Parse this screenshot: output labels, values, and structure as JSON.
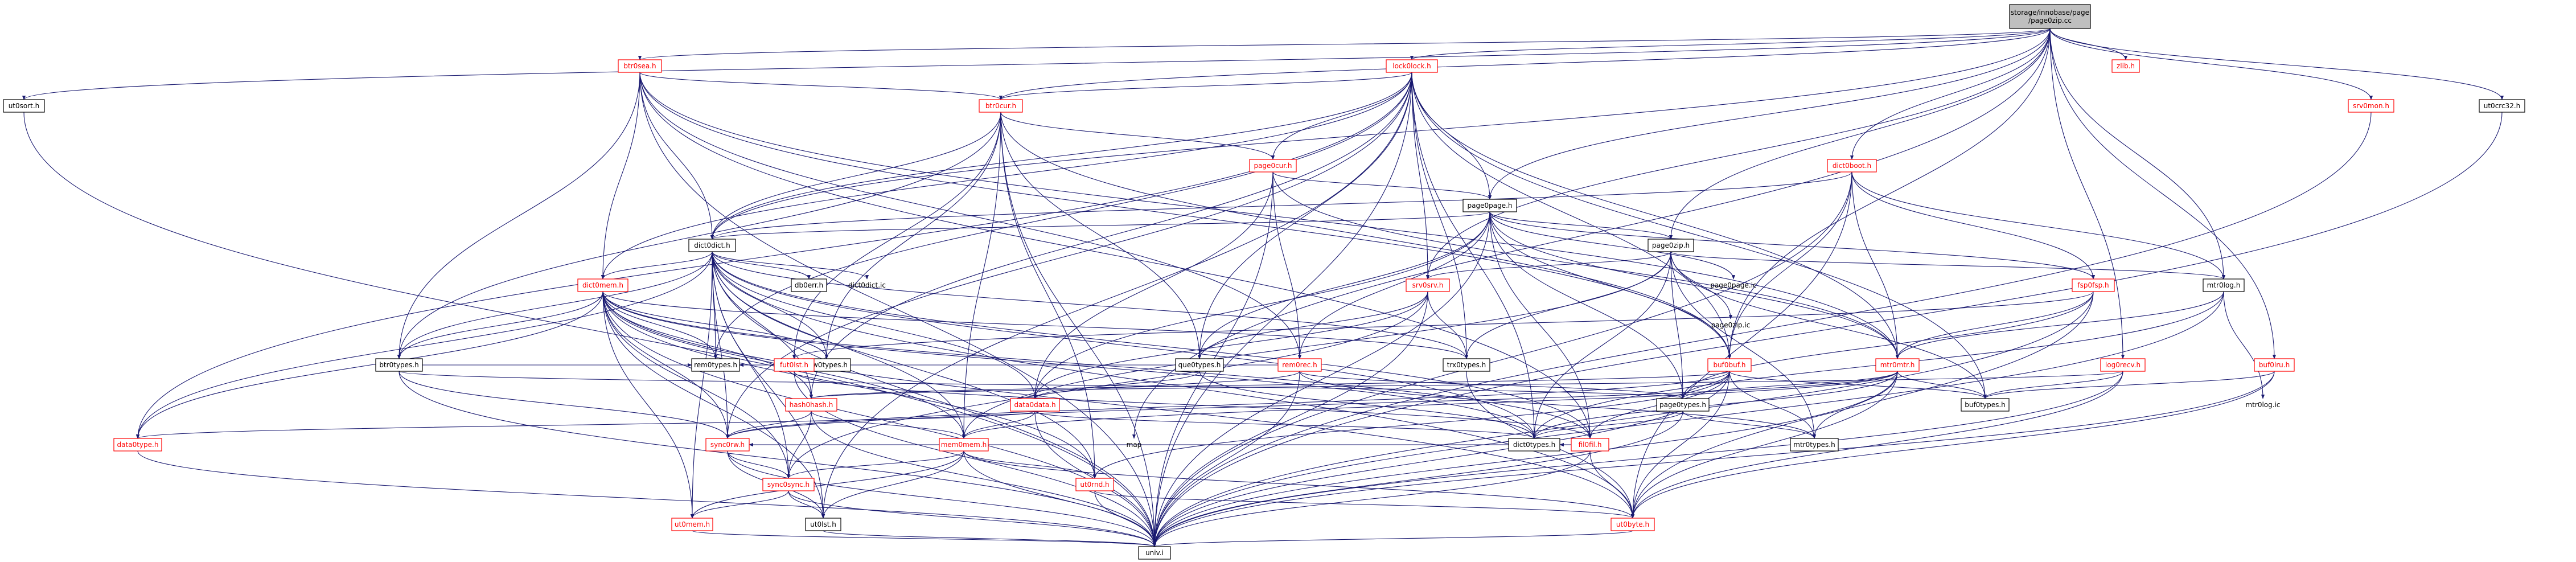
{
  "colors": {
    "root_fill": "#bfbfbf",
    "incomplete": "#ff0000",
    "complete": "#000000",
    "edge": "#191970",
    "text_red": "#ff0000",
    "text_black": "#000000"
  },
  "nodes": [
    {
      "id": "root",
      "label": [
        "storage/innobase/page",
        "/page0zip.cc"
      ],
      "type": "root"
    },
    {
      "id": "ut0sort",
      "label": [
        "ut0sort.h"
      ],
      "type": "complete"
    },
    {
      "id": "btr0sea",
      "label": [
        "btr0sea.h"
      ],
      "type": "incomplete"
    },
    {
      "id": "lock0lock",
      "label": [
        "lock0lock.h"
      ],
      "type": "incomplete"
    },
    {
      "id": "zlib",
      "label": [
        "zlib.h"
      ],
      "type": "incomplete"
    },
    {
      "id": "ut0crc32",
      "label": [
        "ut0crc32.h"
      ],
      "type": "complete"
    },
    {
      "id": "btr0cur",
      "label": [
        "btr0cur.h"
      ],
      "type": "incomplete"
    },
    {
      "id": "page0cur",
      "label": [
        "page0cur.h"
      ],
      "type": "incomplete"
    },
    {
      "id": "dict0boot",
      "label": [
        "dict0boot.h"
      ],
      "type": "incomplete"
    },
    {
      "id": "srv0mon",
      "label": [
        "srv0mon.h"
      ],
      "type": "incomplete"
    },
    {
      "id": "page0page",
      "label": [
        "page0page.h"
      ],
      "type": "complete"
    },
    {
      "id": "dict0dict",
      "label": [
        "dict0dict.h"
      ],
      "type": "complete"
    },
    {
      "id": "page0zip",
      "label": [
        "page0zip.h"
      ],
      "type": "complete"
    },
    {
      "id": "dict0mem",
      "label": [
        "dict0mem.h"
      ],
      "type": "incomplete"
    },
    {
      "id": "db0err",
      "label": [
        "db0err.h"
      ],
      "type": "complete"
    },
    {
      "id": "dict0dictic",
      "label": [
        "dict0dict.ic"
      ],
      "type": "plain"
    },
    {
      "id": "page0pageic",
      "label": [
        "page0page.ic"
      ],
      "type": "plain"
    },
    {
      "id": "srv0srv",
      "label": [
        "srv0srv.h"
      ],
      "type": "incomplete"
    },
    {
      "id": "fsp0fsp",
      "label": [
        "fsp0fsp.h"
      ],
      "type": "incomplete"
    },
    {
      "id": "mtr0log",
      "label": [
        "mtr0log.h"
      ],
      "type": "complete"
    },
    {
      "id": "buf0lru",
      "label": [
        "buf0lru.h"
      ],
      "type": "incomplete"
    },
    {
      "id": "log0recv",
      "label": [
        "log0recv.h"
      ],
      "type": "incomplete"
    },
    {
      "id": "page0zipic",
      "label": [
        "page0zip.ic"
      ],
      "type": "plain"
    },
    {
      "id": "buf0buf",
      "label": [
        "buf0buf.h"
      ],
      "type": "incomplete"
    },
    {
      "id": "mtr0mtr",
      "label": [
        "mtr0mtr.h"
      ],
      "type": "incomplete"
    },
    {
      "id": "mtr0logic",
      "label": [
        "mtr0log.ic"
      ],
      "type": "plain"
    },
    {
      "id": "btr0types",
      "label": [
        "btr0types.h"
      ],
      "type": "complete"
    },
    {
      "id": "rem0types",
      "label": [
        "rem0types.h"
      ],
      "type": "complete"
    },
    {
      "id": "row0types",
      "label": [
        "row0types.h"
      ],
      "type": "complete"
    },
    {
      "id": "fut0lst",
      "label": [
        "fut0lst.h"
      ],
      "type": "incomplete"
    },
    {
      "id": "que0types",
      "label": [
        "que0types.h"
      ],
      "type": "complete"
    },
    {
      "id": "rem0rec",
      "label": [
        "rem0rec.h"
      ],
      "type": "incomplete"
    },
    {
      "id": "trx0types",
      "label": [
        "trx0types.h"
      ],
      "type": "complete"
    },
    {
      "id": "data0data",
      "label": [
        "data0data.h"
      ],
      "type": "incomplete"
    },
    {
      "id": "hash0hash",
      "label": [
        "hash0hash.h"
      ],
      "type": "incomplete"
    },
    {
      "id": "page0types",
      "label": [
        "page0types.h"
      ],
      "type": "complete"
    },
    {
      "id": "fil0fil",
      "label": [
        "fil0fil.h"
      ],
      "type": "incomplete"
    },
    {
      "id": "buf0types",
      "label": [
        "buf0types.h"
      ],
      "type": "complete"
    },
    {
      "id": "data0type",
      "label": [
        "data0type.h"
      ],
      "type": "incomplete"
    },
    {
      "id": "sync0rw",
      "label": [
        "sync0rw.h"
      ],
      "type": "incomplete"
    },
    {
      "id": "mem0mem",
      "label": [
        "mem0mem.h"
      ],
      "type": "incomplete"
    },
    {
      "id": "dict0types",
      "label": [
        "dict0types.h"
      ],
      "type": "complete"
    },
    {
      "id": "map",
      "label": [
        "map"
      ],
      "type": "plain"
    },
    {
      "id": "mtr0types",
      "label": [
        "mtr0types.h"
      ],
      "type": "complete"
    },
    {
      "id": "sync0sync",
      "label": [
        "sync0sync.h"
      ],
      "type": "incomplete"
    },
    {
      "id": "ut0rnd",
      "label": [
        "ut0rnd.h"
      ],
      "type": "incomplete"
    },
    {
      "id": "ut0mem",
      "label": [
        "ut0mem.h"
      ],
      "type": "incomplete"
    },
    {
      "id": "ut0lst",
      "label": [
        "ut0lst.h"
      ],
      "type": "complete"
    },
    {
      "id": "ut0byte",
      "label": [
        "ut0byte.h"
      ],
      "type": "incomplete"
    },
    {
      "id": "univ",
      "label": [
        "univ.i"
      ],
      "type": "complete"
    }
  ]
}
